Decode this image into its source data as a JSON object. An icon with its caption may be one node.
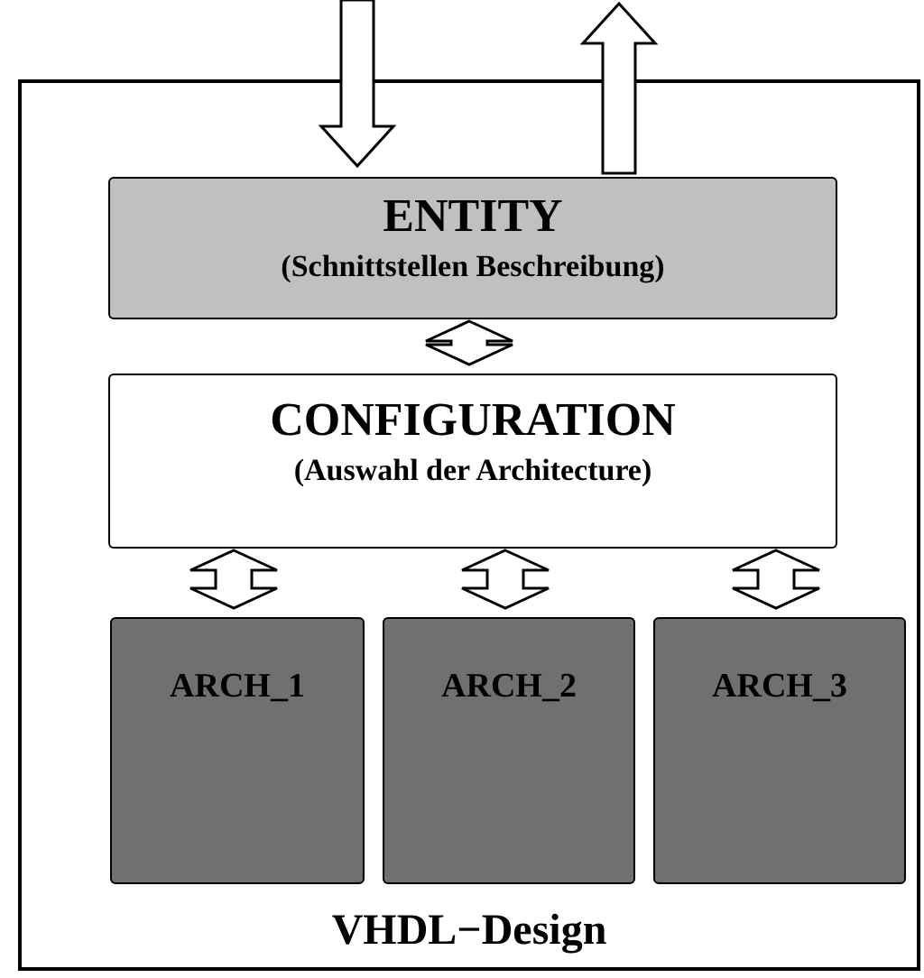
{
  "diagram": {
    "nodes": [
      {
        "text": [
          "VHDL−Design"
        ]
      },
      {
        "text": [
          "ENTITY",
          "(Schnittstellen Beschreibung)"
        ],
        "in": 0
      },
      {
        "text": [
          "CONFIGURATION",
          "(Auswahl der Architecture)"
        ],
        "in": 0
      },
      {
        "text": [
          "ARCH_1"
        ],
        "in": 0
      },
      {
        "text": [
          "ARCH_2"
        ],
        "in": 0
      },
      {
        "text": [
          "ARCH_3"
        ],
        "in": 0
      }
    ],
    "edges": [
      {
        "from": null,
        "to": 1,
        "arrow": "to"
      },
      {
        "from": 1,
        "to": null,
        "arrow": "to"
      },
      {
        "from": 1,
        "to": 2,
        "arrow": "both"
      },
      {
        "from": 2,
        "to": 3,
        "arrow": "both"
      },
      {
        "from": 2,
        "to": 4,
        "arrow": "both"
      },
      {
        "from": 2,
        "to": 5,
        "arrow": "both"
      }
    ]
  }
}
